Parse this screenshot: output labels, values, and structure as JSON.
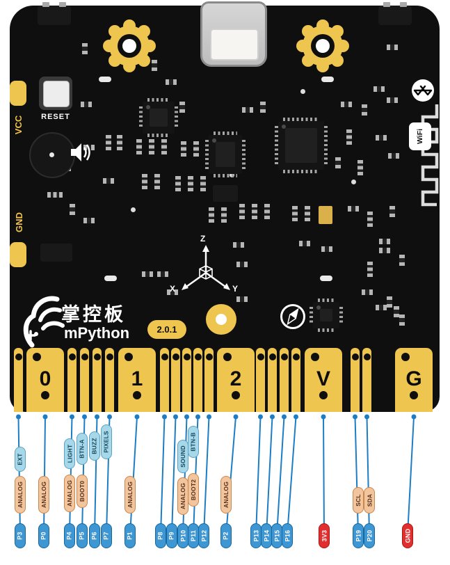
{
  "board": {
    "silk": {
      "vcc": "VCC",
      "gnd": "GND",
      "reset": "RESET",
      "wifi": "WiFi",
      "axis_x": "X",
      "axis_y": "Y",
      "axis_z": "Z"
    },
    "brand": {
      "cn": "掌控板",
      "en": "mPython",
      "version": "2.0.1"
    },
    "edge_pads": [
      "0",
      "1",
      "2",
      "V",
      "G"
    ]
  },
  "colors": {
    "pcb": "#0f0f0f",
    "gold": "#eec54e",
    "silk": "#f0c24a",
    "line": "#1d7dc4",
    "pill_blue": "#3e96d2",
    "pill_blue_border": "#17679f",
    "pill_red": "#e12f2f",
    "pill_red_border": "#a81616",
    "pill_orange": "#f3c59d",
    "pill_orange_border": "#c9864f",
    "pill_orange_text": "#55301a",
    "pill_cyan": "#a7d8e9",
    "pill_cyan_border": "#5ba3c4",
    "pill_cyan_text": "#14475e"
  },
  "pinout": {
    "pins": [
      {
        "id": "P3",
        "color": "blue",
        "tags": [
          {
            "label": "ANALOG",
            "style": "orange"
          },
          {
            "label": "EXT",
            "style": "cyan"
          }
        ]
      },
      {
        "id": "P0",
        "color": "blue",
        "tags": [
          {
            "label": "ANALOG",
            "style": "orange"
          }
        ]
      },
      {
        "id": "P4",
        "color": "blue",
        "tags": [
          {
            "label": "ANALOG",
            "style": "orange"
          },
          {
            "label": "LIGHT",
            "style": "cyan"
          }
        ]
      },
      {
        "id": "P5",
        "color": "blue",
        "tags": [
          {
            "label": "BOOT0",
            "style": "orange"
          },
          {
            "label": "BTN-A",
            "style": "cyan"
          }
        ]
      },
      {
        "id": "P6",
        "color": "blue",
        "tags": [
          {
            "label": "BUZZ",
            "style": "cyan"
          }
        ]
      },
      {
        "id": "P7",
        "color": "blue",
        "tags": [
          {
            "label": "PIXELS",
            "style": "cyan"
          }
        ]
      },
      {
        "id": "P1",
        "color": "blue",
        "tags": [
          {
            "label": "ANALOG",
            "style": "orange"
          }
        ]
      },
      {
        "id": "P8",
        "color": "blue",
        "tags": []
      },
      {
        "id": "P9",
        "color": "blue",
        "tags": []
      },
      {
        "id": "P10",
        "color": "blue",
        "tags": [
          {
            "label": "ANALOG",
            "style": "orange"
          },
          {
            "label": "SOUND",
            "style": "cyan"
          }
        ]
      },
      {
        "id": "P11",
        "color": "blue",
        "tags": [
          {
            "label": "BOOT2",
            "style": "orange"
          },
          {
            "label": "BTN-B",
            "style": "cyan"
          }
        ]
      },
      {
        "id": "P12",
        "color": "blue",
        "tags": []
      },
      {
        "id": "P2",
        "color": "blue",
        "tags": [
          {
            "label": "ANALOG",
            "style": "orange"
          }
        ]
      },
      {
        "id": "P13",
        "color": "blue",
        "tags": []
      },
      {
        "id": "P14",
        "color": "blue",
        "tags": []
      },
      {
        "id": "P15",
        "color": "blue",
        "tags": []
      },
      {
        "id": "P16",
        "color": "blue",
        "tags": []
      },
      {
        "id": "3V3",
        "color": "red",
        "tags": []
      },
      {
        "id": "P19",
        "color": "blue",
        "tags": [
          {
            "label": "SCL",
            "style": "orange"
          }
        ]
      },
      {
        "id": "P20",
        "color": "blue",
        "tags": [
          {
            "label": "SDA",
            "style": "orange"
          }
        ]
      },
      {
        "id": "GND",
        "color": "red",
        "tags": []
      }
    ]
  }
}
